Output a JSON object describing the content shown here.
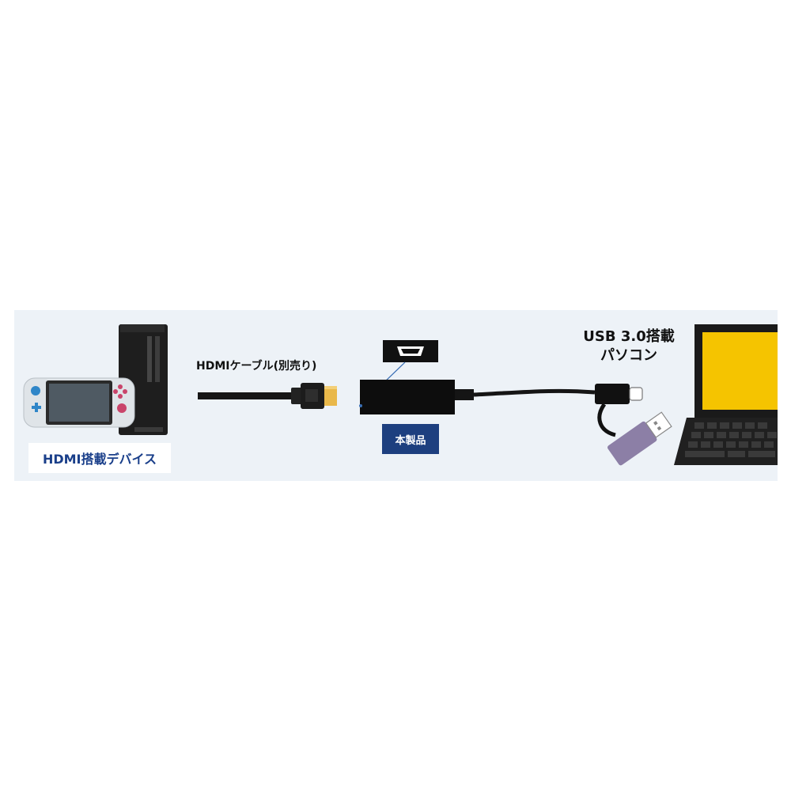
{
  "labels": {
    "cable": "HDMIケーブル(別売り)",
    "pc_line1": "USB 3.0搭載",
    "pc_line2": "パソコン",
    "device": "HDMI搭載デバイス",
    "product": "本製品"
  },
  "colors": {
    "panel_background": "#edf2f7",
    "badge_navy": "#1d3f7f",
    "badge_text_blue": "#1a3f8a",
    "hdmi_gold": "#e9b84a",
    "screen_yellow": "#f5c400",
    "usb_purple": "#8c7fa6"
  }
}
